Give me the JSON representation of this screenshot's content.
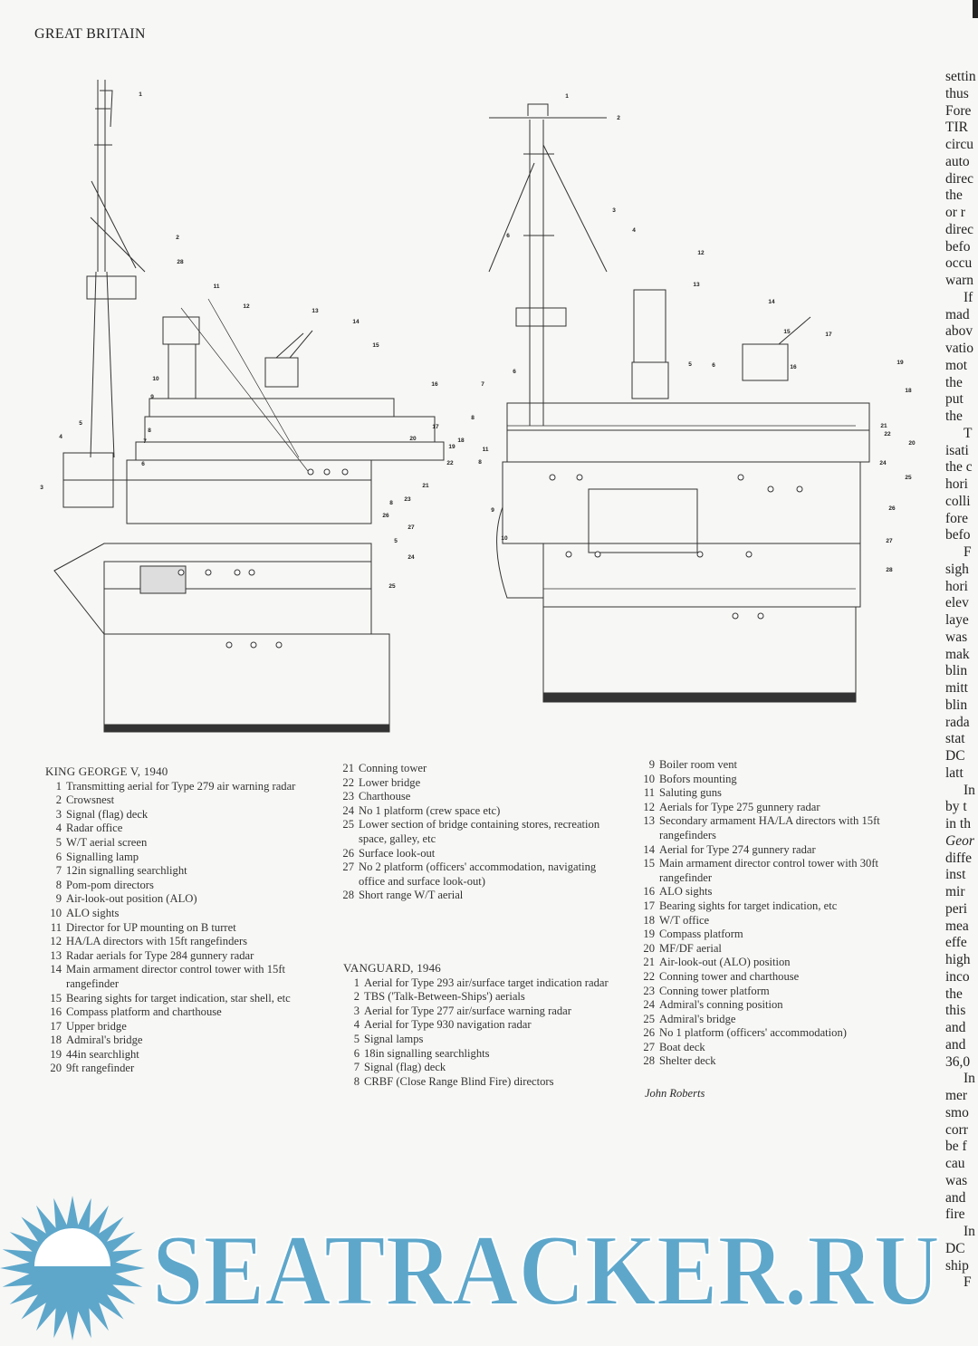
{
  "running_head": "GREAT BRITAIN",
  "kgv_callouts": [
    "1",
    "2",
    "28",
    "11",
    "12",
    "13",
    "14",
    "15",
    "16",
    "10",
    "9",
    "8",
    "7",
    "6",
    "5",
    "4",
    "3",
    "17",
    "20",
    "18",
    "19",
    "22",
    "21",
    "23",
    "8",
    "26",
    "27",
    "5",
    "24",
    "25"
  ],
  "vanguard_callouts": [
    "1",
    "2",
    "3",
    "4",
    "6",
    "12",
    "13",
    "14",
    "15",
    "17",
    "19",
    "16",
    "18",
    "5",
    "6",
    "7",
    "6",
    "8",
    "11",
    "8",
    "9",
    "10",
    "21",
    "22",
    "20",
    "24",
    "25",
    "26",
    "27",
    "28"
  ],
  "kgv_legend": {
    "title": "KING GEORGE V, 1940",
    "items": [
      {
        "n": "1",
        "t": "Transmitting aerial for Type 279 air warning radar"
      },
      {
        "n": "2",
        "t": "Crowsnest"
      },
      {
        "n": "3",
        "t": "Signal (flag) deck"
      },
      {
        "n": "4",
        "t": "Radar office"
      },
      {
        "n": "5",
        "t": "W/T aerial screen"
      },
      {
        "n": "6",
        "t": "Signalling lamp"
      },
      {
        "n": "7",
        "t": "12in signalling searchlight"
      },
      {
        "n": "8",
        "t": "Pom-pom directors"
      },
      {
        "n": "9",
        "t": "Air-look-out position (ALO)"
      },
      {
        "n": "10",
        "t": "ALO sights"
      },
      {
        "n": "11",
        "t": "Director for UP mounting on B turret"
      },
      {
        "n": "12",
        "t": "HA/LA directors with 15ft rangefinders"
      },
      {
        "n": "13",
        "t": "Radar aerials for Type 284 gunnery radar"
      },
      {
        "n": "14",
        "t": "Main armament director control tower with 15ft rangefinder"
      },
      {
        "n": "15",
        "t": "Bearing sights for target indication, star shell, etc"
      },
      {
        "n": "16",
        "t": "Compass platform and charthouse"
      },
      {
        "n": "17",
        "t": "Upper bridge"
      },
      {
        "n": "18",
        "t": "Admiral's bridge"
      },
      {
        "n": "19",
        "t": "44in searchlight"
      },
      {
        "n": "20",
        "t": "9ft rangefinder"
      },
      {
        "n": "21",
        "t": "Conning tower"
      },
      {
        "n": "22",
        "t": "Lower bridge"
      },
      {
        "n": "23",
        "t": "Charthouse"
      },
      {
        "n": "24",
        "t": "No 1 platform (crew space etc)"
      },
      {
        "n": "25",
        "t": "Lower section of bridge containing stores, recreation space, galley, etc"
      },
      {
        "n": "26",
        "t": "Surface look-out"
      },
      {
        "n": "27",
        "t": "No 2 platform (officers' accommodation, navigating office and surface look-out)"
      },
      {
        "n": "28",
        "t": "Short range W/T aerial"
      }
    ]
  },
  "vanguard_legend": {
    "title": "VANGUARD, 1946",
    "items": [
      {
        "n": "1",
        "t": "Aerial for Type 293 air/surface target indication radar"
      },
      {
        "n": "2",
        "t": "TBS ('Talk-Between-Ships') aerials"
      },
      {
        "n": "3",
        "t": "Aerial for Type 277 air/surface warning radar"
      },
      {
        "n": "4",
        "t": "Aerial for Type 930 navigation radar"
      },
      {
        "n": "5",
        "t": "Signal lamps"
      },
      {
        "n": "6",
        "t": "18in signalling searchlights"
      },
      {
        "n": "7",
        "t": "Signal (flag) deck"
      },
      {
        "n": "8",
        "t": "CRBF (Close Range Blind Fire) directors"
      },
      {
        "n": "9",
        "t": "Boiler room vent"
      },
      {
        "n": "10",
        "t": "Bofors mounting"
      },
      {
        "n": "11",
        "t": "Saluting guns"
      },
      {
        "n": "12",
        "t": "Aerials for Type 275 gunnery radar"
      },
      {
        "n": "13",
        "t": "Secondary armament HA/LA directors with 15ft rangefinders"
      },
      {
        "n": "14",
        "t": "Aerial for Type 274 gunnery radar"
      },
      {
        "n": "15",
        "t": "Main armament director control tower with 30ft rangefinder"
      },
      {
        "n": "16",
        "t": "ALO sights"
      },
      {
        "n": "17",
        "t": "Bearing sights for target indication, etc"
      },
      {
        "n": "18",
        "t": "W/T office"
      },
      {
        "n": "19",
        "t": "Compass platform"
      },
      {
        "n": "20",
        "t": "MF/DF aerial"
      },
      {
        "n": "21",
        "t": "Air-look-out (ALO) position"
      },
      {
        "n": "22",
        "t": "Conning tower and charthouse"
      },
      {
        "n": "23",
        "t": "Conning tower platform"
      },
      {
        "n": "24",
        "t": "Admiral's conning position"
      },
      {
        "n": "25",
        "t": "Admiral's bridge"
      },
      {
        "n": "26",
        "t": "No 1 platform (officers' accommodation)"
      },
      {
        "n": "27",
        "t": "Boat deck"
      },
      {
        "n": "28",
        "t": "Shelter deck"
      }
    ]
  },
  "credit": "John Roberts",
  "right_column_fragments": [
    "settin",
    "thus",
    "Fore",
    "TIR",
    "circu",
    "auto",
    "direc",
    "the",
    "or r",
    "direc",
    "befo",
    "occu",
    "warn",
    "If",
    "mad",
    "abov",
    "vatio",
    "mot",
    "the",
    "put",
    "the",
    "T",
    "isati",
    "the c",
    "hori",
    "colli",
    "fore",
    "befo",
    "F",
    "sigh",
    "hori",
    "elev",
    "laye",
    "was",
    "mak",
    "blin",
    "mitt",
    "blin",
    "rada",
    "stat",
    "DC",
    "latt",
    "In",
    "by t",
    "in th",
    "Geor",
    "diffe",
    "inst",
    "mir",
    "peri",
    "mea",
    "effe",
    "high",
    "inco",
    "the",
    "this",
    "and",
    "and",
    "36,0",
    "In",
    "mer",
    "smo",
    "corr",
    "be f",
    "cau",
    "was",
    "and",
    "fire",
    "In",
    "DC",
    "ship",
    "F"
  ],
  "watermark": {
    "text": "SEATRACKER.RU",
    "color": "#5ea7cb"
  }
}
